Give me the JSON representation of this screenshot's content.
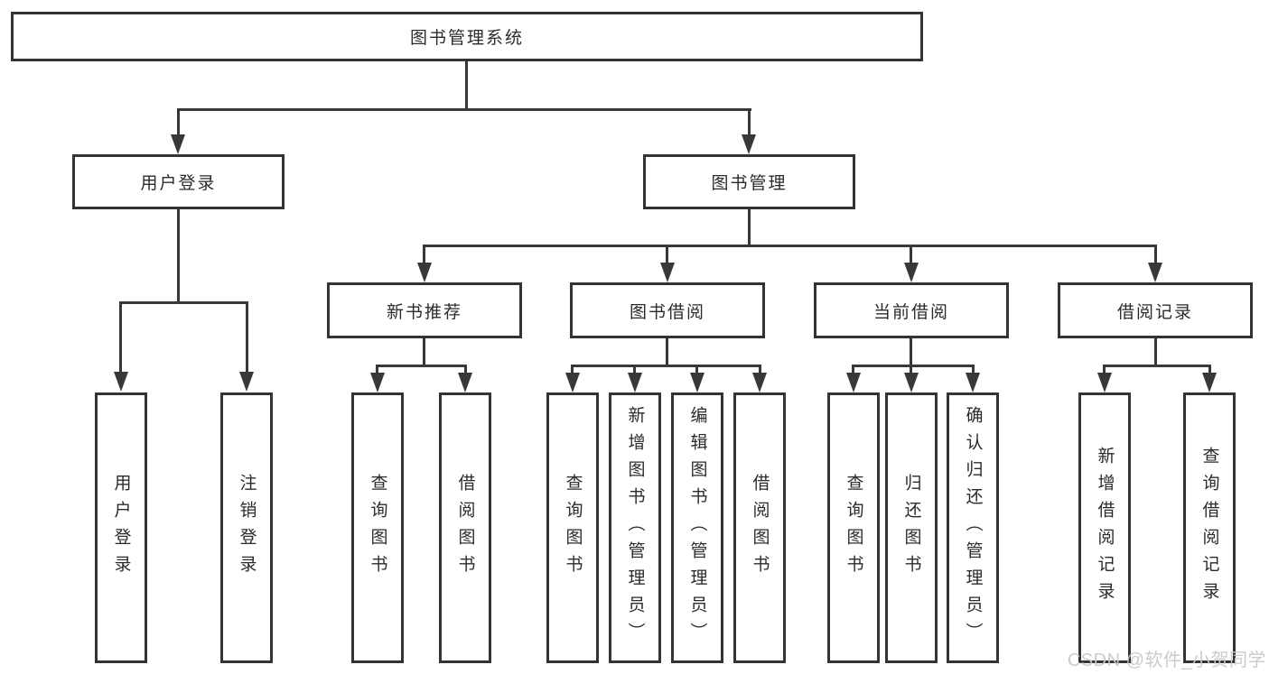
{
  "diagram": {
    "title": "图书管理系统",
    "root": {
      "label": "图书管理系统"
    },
    "level2": [
      {
        "id": "user-login",
        "label": "用户登录"
      },
      {
        "id": "book-mgmt",
        "label": "图书管理"
      }
    ],
    "level3": [
      {
        "id": "new-book",
        "label": "新书推荐"
      },
      {
        "id": "book-borrow",
        "label": "图书借阅"
      },
      {
        "id": "current-borrow",
        "label": "当前借阅"
      },
      {
        "id": "borrow-record",
        "label": "借阅记录"
      }
    ],
    "leaves": [
      {
        "parent": "user-login",
        "label": "用户登录"
      },
      {
        "parent": "user-login",
        "label": "注销登录"
      },
      {
        "parent": "new-book",
        "label": "查询图书"
      },
      {
        "parent": "new-book",
        "label": "借阅图书"
      },
      {
        "parent": "book-borrow",
        "label": "查询图书"
      },
      {
        "parent": "book-borrow",
        "label": "新增图书（管理员）"
      },
      {
        "parent": "book-borrow",
        "label": "编辑图书（管理员）"
      },
      {
        "parent": "book-borrow",
        "label": "借阅图书"
      },
      {
        "parent": "current-borrow",
        "label": "查询图书"
      },
      {
        "parent": "current-borrow",
        "label": "归还图书"
      },
      {
        "parent": "current-borrow",
        "label": "确认归还（管理员）"
      },
      {
        "parent": "borrow-record",
        "label": "新增借阅记录"
      },
      {
        "parent": "borrow-record",
        "label": "查询借阅记录"
      }
    ],
    "colors": {
      "line": "#383838",
      "border": "#333333",
      "text": "#2b2b2b",
      "watermark": "#c9c9c9",
      "background": "#ffffff"
    },
    "watermark": "CSDN @软件_小贺同学"
  }
}
